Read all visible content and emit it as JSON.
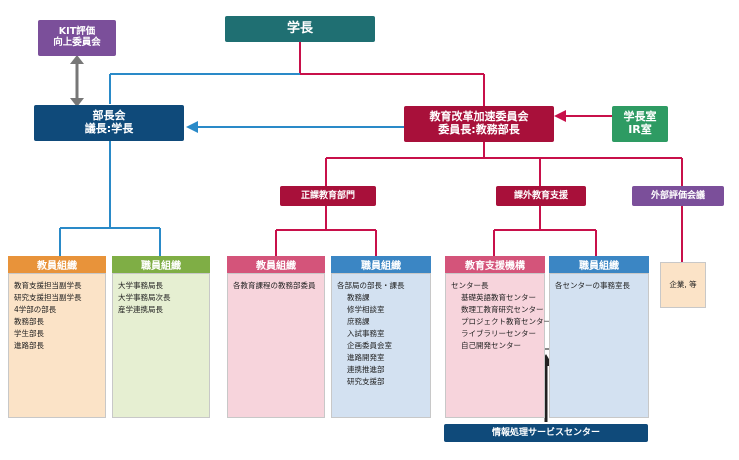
{
  "top": {
    "president": "学長",
    "kit_committee": [
      "KIT評価",
      "向上委員会"
    ],
    "dept_council": [
      "部長会",
      "議長:学長"
    ],
    "reform_committee": [
      "教育改革加速委員会",
      "委員長:教務部長"
    ],
    "presidents_office": [
      "学長室",
      "IR室"
    ]
  },
  "mid": {
    "regular": "正課教育部門",
    "extra": "課外教育支援",
    "external": "外部評価会議"
  },
  "columns": [
    {
      "header": "教員組織",
      "items": [
        "教育支援担当副学長",
        "研究支援担当副学長",
        "4学部の部長",
        "教務部長",
        "学生部長",
        "進路部長"
      ]
    },
    {
      "header": "職員組織",
      "items": [
        "大学事務局長",
        "大学事務局次長",
        "産学連携局長"
      ]
    },
    {
      "header": "教員組織",
      "items": [
        "各教育課程の教務部委員"
      ]
    },
    {
      "header": "職員組織",
      "items": [
        "各部局の部長・課長",
        "教務課",
        "修学相談室",
        "庶務課",
        "入試事務室",
        "企画委員会室",
        "進路開発室",
        "連携推進部",
        "研究支援部"
      ]
    },
    {
      "header": "教育支援機構",
      "items": [
        "センター長",
        "基礎英語教育センター",
        "数理工教育研究センター",
        "プロジェクト教育センター",
        "ライブラリーセンター",
        "自己開発センター"
      ]
    },
    {
      "header": "職員組織",
      "items": [
        "各センターの事務室長"
      ]
    }
  ],
  "external_panel": "企業, 等",
  "bottom": "情報処理サービスセンター",
  "colors": {
    "teal": "#1f6f72",
    "purple": "#7b4f9a",
    "navy": "#0f4a7a",
    "crimson": "#a8103a",
    "green": "#2e9b63",
    "orange": "#e8933a",
    "olive": "#7fae45",
    "pink": "#d4547a",
    "blue": "#3b86c4",
    "magenta": "#c8104a"
  }
}
